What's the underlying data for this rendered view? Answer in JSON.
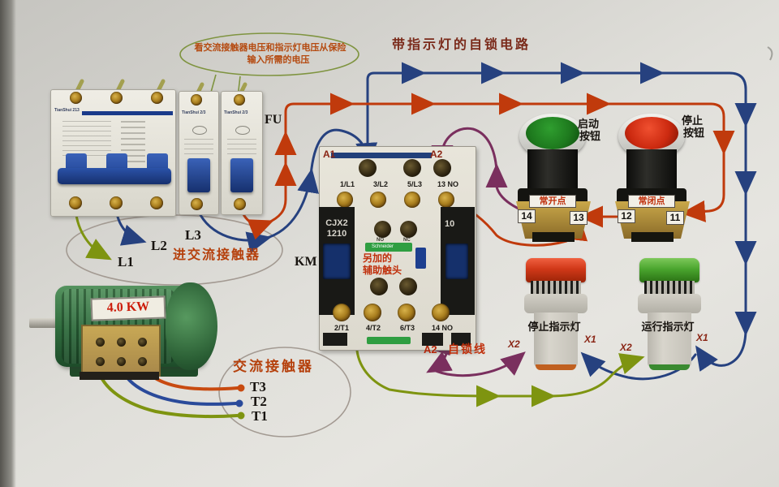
{
  "title": "带指示灯的自锁电路",
  "note": {
    "line1": "看交流接触器电压和指示灯电压从保险",
    "line2": "输入所需的电压"
  },
  "labels": {
    "fu": "FU",
    "km": "KM"
  },
  "breakers": {
    "brand_main": "TianShui 213",
    "brand_single": "TianShui 2/3"
  },
  "contactor": {
    "a1": "A1",
    "a2": "A2",
    "model_line1": "CJX2",
    "model_line2": "1210",
    "rating": "10",
    "brand": "Schneider",
    "top_terminals": [
      "1/L1",
      "3/L2",
      "5/L3",
      "13 NO"
    ],
    "bottom_terminals": [
      "2/T1",
      "4/T2",
      "6/T3",
      "14 NO"
    ],
    "aux_no": "NO",
    "aux_nc": "NC",
    "aux_note_line1": "另加的",
    "aux_note_line2": "辅助触头",
    "selflock_a2": "A2",
    "selflock_label": "自锁线"
  },
  "start_button": {
    "name_line1": "启动",
    "name_line2": "按钮",
    "contact": "常开点",
    "term_left": "14",
    "term_right": "13"
  },
  "stop_button": {
    "name_line1": "停止",
    "name_line2": "按钮",
    "contact": "常闭点",
    "term_left": "12",
    "term_right": "11"
  },
  "stop_lamp": {
    "name": "停止指示灯",
    "x2": "X2",
    "x1": "X1"
  },
  "run_lamp": {
    "name": "运行指示灯",
    "x2": "X2",
    "x1": "X1"
  },
  "motor": {
    "power": "4.0 KW"
  },
  "oval_in": {
    "label": "进交流接触器",
    "l1": "L1",
    "l2": "L2",
    "l3": "L3"
  },
  "oval_ac": {
    "label": "交流接触器",
    "t3": "T3",
    "t2": "T2",
    "t1": "T1"
  },
  "colors": {
    "wire_red": "#c03a0c",
    "wire_blue": "#26417f",
    "wire_olive": "#7e9410",
    "wire_purple": "#7a2f5e",
    "title_text": "#7a2a1a",
    "note_text": "#b54a10",
    "motor_green": "#2e6a3c",
    "start_cap": "#1e7a1e",
    "stop_cap": "#cc2a10",
    "stop_lamp_cap": "#d03818",
    "run_lamp_cap": "#4aa52e"
  }
}
